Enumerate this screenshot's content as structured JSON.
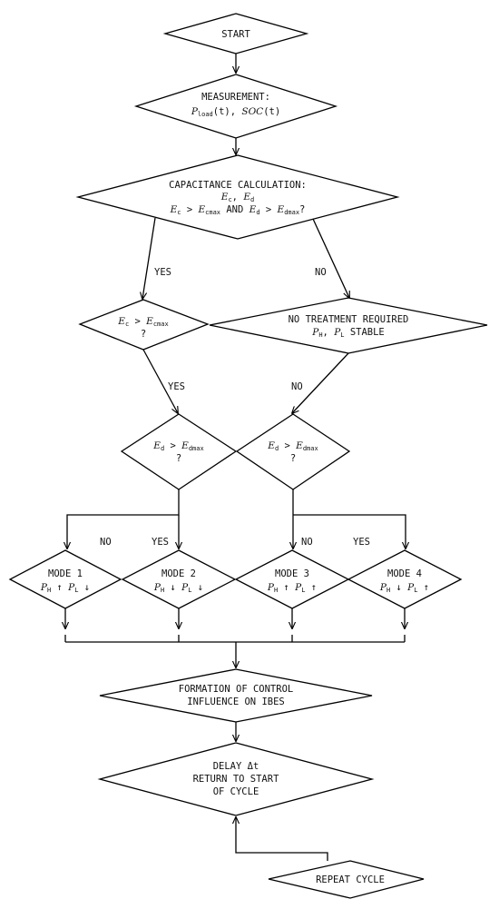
{
  "start": "START",
  "measurement": {
    "title": "MEASUREMENT:",
    "p": "P",
    "load_sub": "load",
    "of_t": "(t),",
    "soc": "SOC",
    "soc_t": "(t)"
  },
  "capacitance": {
    "title": "CAPACITANCE CALCULATION:",
    "ec": "E",
    "c_sub": "c",
    "comma": ",",
    "ed": "E",
    "d_sub": "d",
    "gt": ">",
    "cmax_sub": "cmax",
    "and": "AND",
    "dmax_sub": "dmax",
    "q": "?"
  },
  "labels": {
    "yes": "YES",
    "no": "NO"
  },
  "no_treatment": {
    "title": "NO TREATMENT REQUIRED",
    "ph": "P",
    "h_sub": "H",
    "pl": "P",
    "l_sub": "L",
    "stable": "STABLE"
  },
  "modes": [
    {
      "title": "MODE 1",
      "h_arrow": "↑",
      "l_arrow": "↓"
    },
    {
      "title": "MODE 2",
      "h_arrow": "↓",
      "l_arrow": "↓"
    },
    {
      "title": "MODE 3",
      "h_arrow": "↑",
      "l_arrow": "↑"
    },
    {
      "title": "MODE 4",
      "h_arrow": "↓",
      "l_arrow": "↑"
    }
  ],
  "formation": {
    "line1": "FORMATION OF CONTROL",
    "line2": "INFLUENCE ON IBES"
  },
  "delay": {
    "line1": "DELAY Δt",
    "line2": "RETURN TO START",
    "line3": "OF CYCLE"
  },
  "repeat": "REPEAT CYCLE"
}
